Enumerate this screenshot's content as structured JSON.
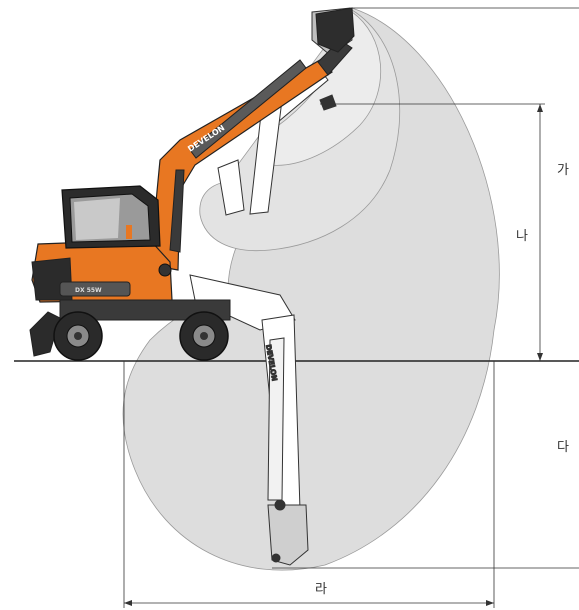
{
  "dimension_labels": {
    "ga": "가",
    "na": "나",
    "da": "다",
    "ra": "라"
  },
  "machine": {
    "brand_text": "DEVELON",
    "body_color": "#e87722",
    "cab_color": "#2b2b2b",
    "envelope_fill": "#d6d6d6",
    "line_color": "#222222"
  }
}
